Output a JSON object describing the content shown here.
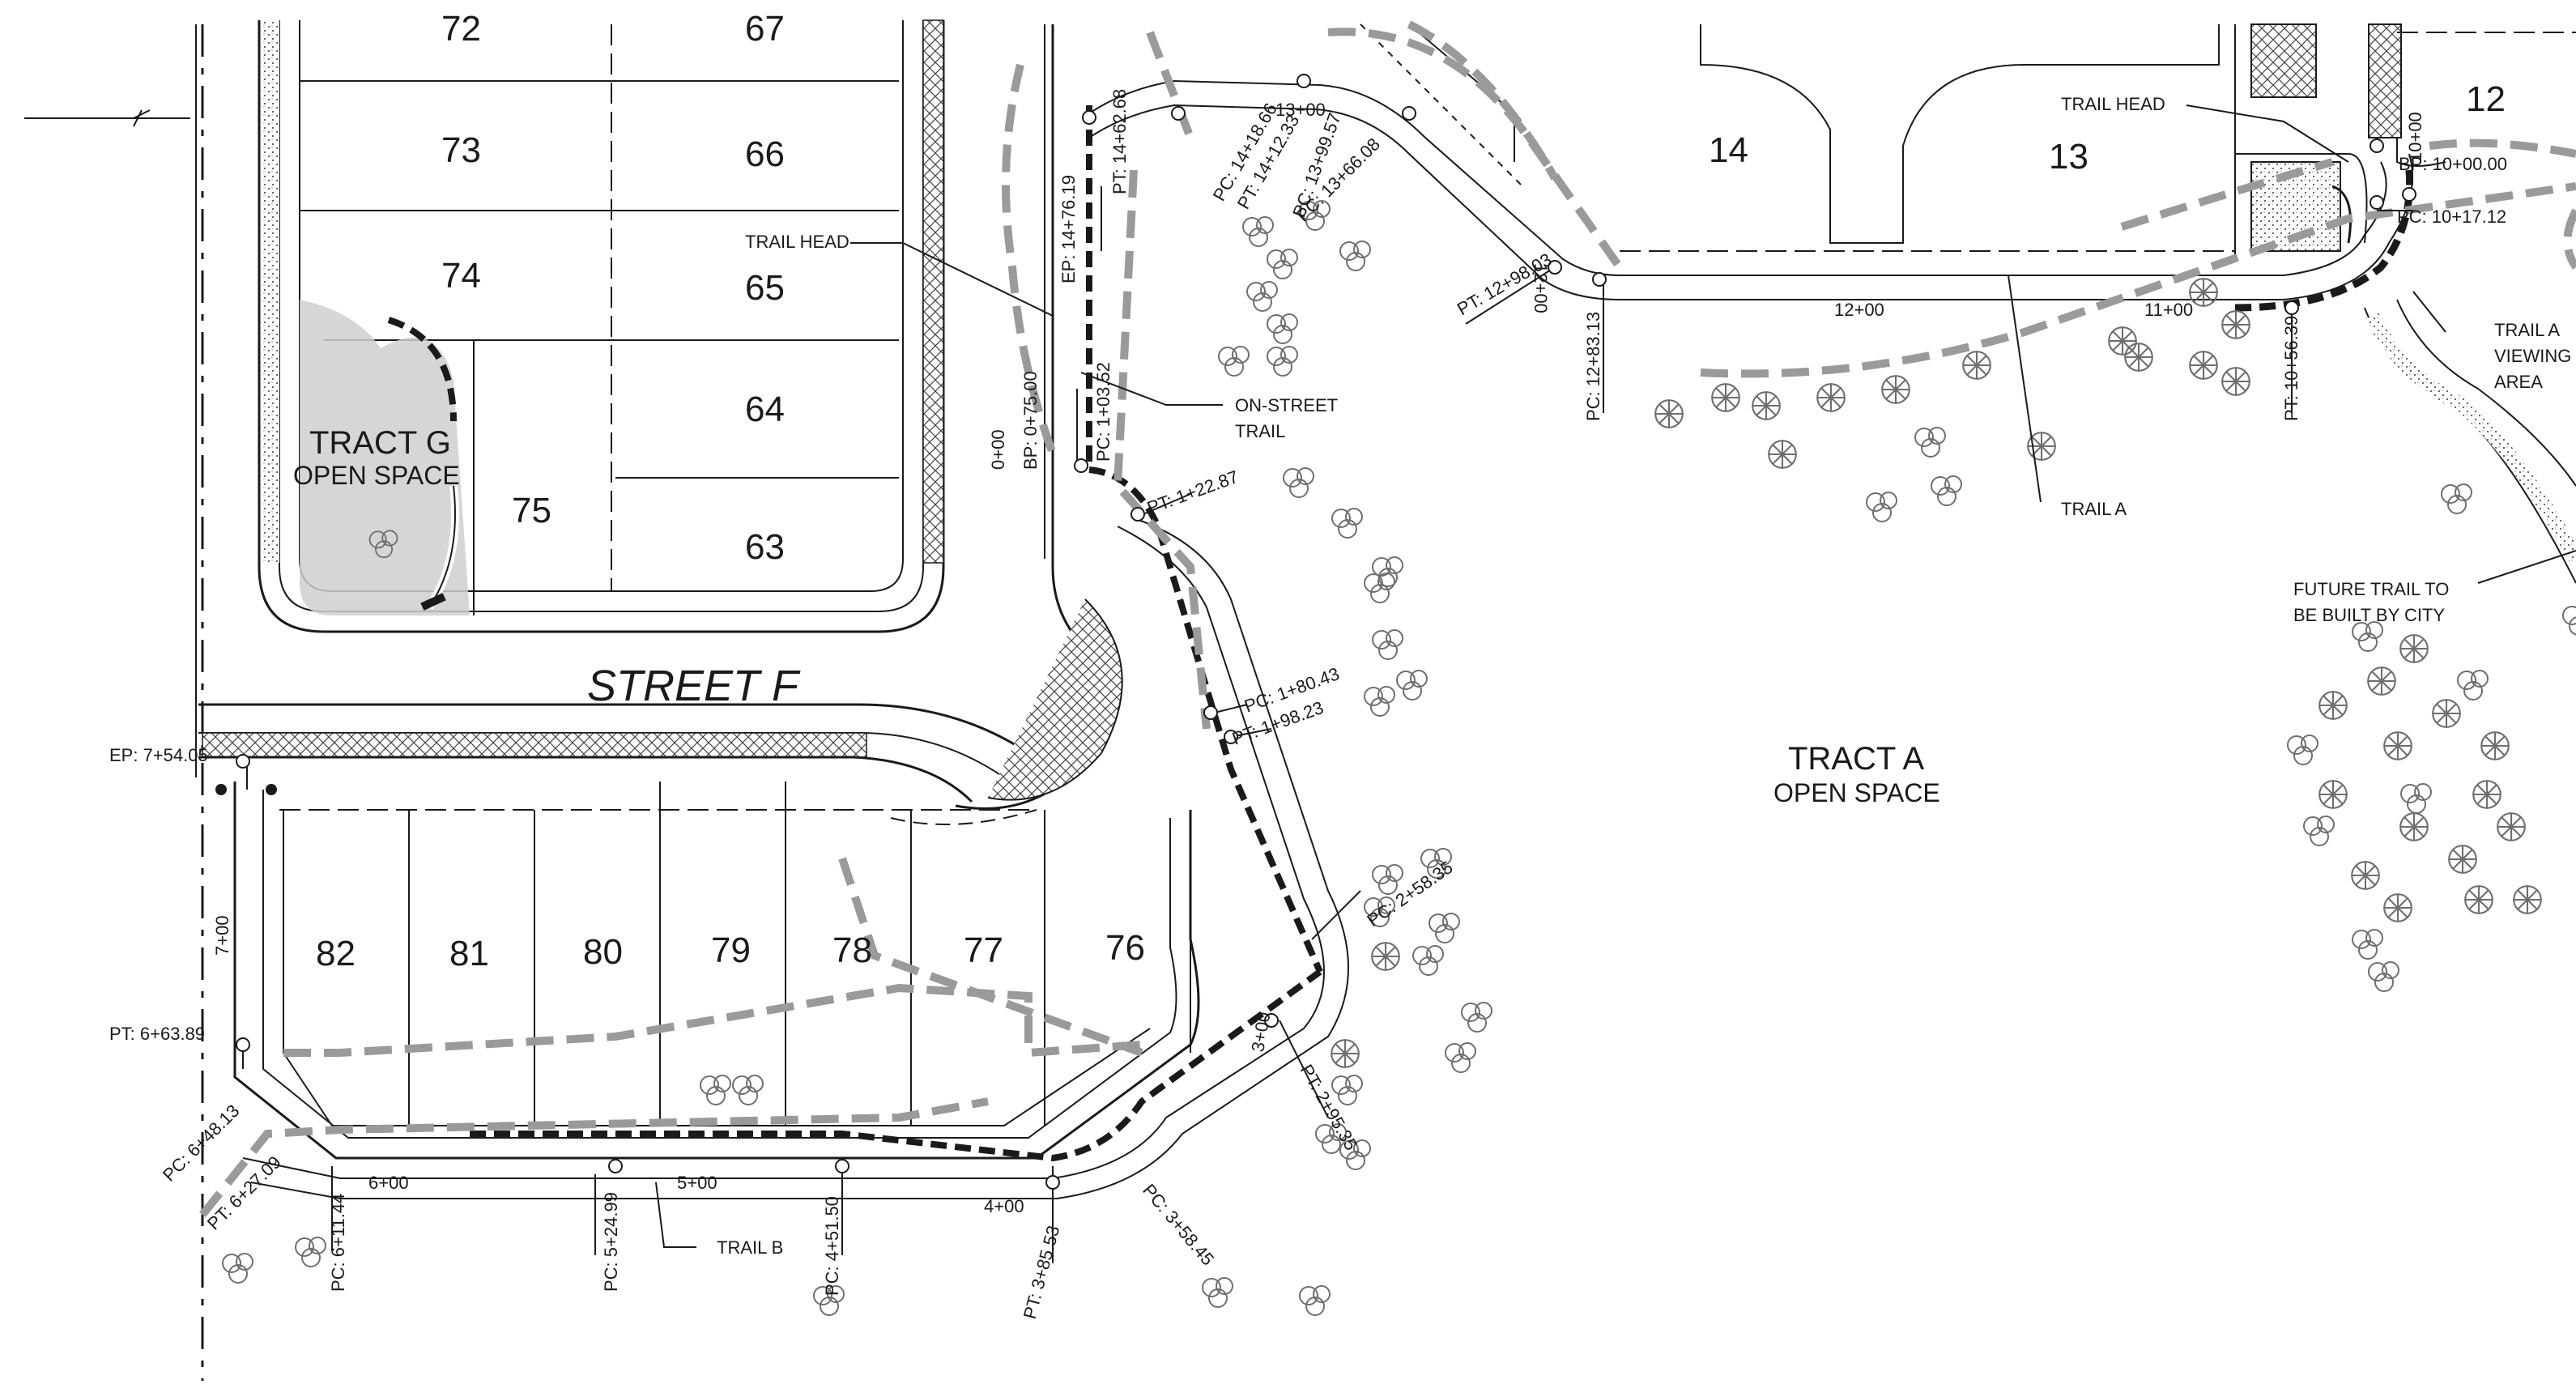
{
  "colors": {
    "line": "#1a1a1a",
    "trail_dash": "#9a9a9a",
    "sidewalk_fill": "#d6d6d6",
    "open_space_fill": "#cfcfcf",
    "tree": "#6e6e6e"
  },
  "lots": [
    {
      "id": "72",
      "label": "72"
    },
    {
      "id": "67",
      "label": "67"
    },
    {
      "id": "73",
      "label": "73"
    },
    {
      "id": "66",
      "label": "66"
    },
    {
      "id": "74",
      "label": "74"
    },
    {
      "id": "65",
      "label": "65"
    },
    {
      "id": "64",
      "label": "64"
    },
    {
      "id": "75",
      "label": "75"
    },
    {
      "id": "63",
      "label": "63"
    },
    {
      "id": "14",
      "label": "14"
    },
    {
      "id": "13",
      "label": "13"
    },
    {
      "id": "12",
      "label": "12"
    },
    {
      "id": "82",
      "label": "82"
    },
    {
      "id": "81",
      "label": "81"
    },
    {
      "id": "80",
      "label": "80"
    },
    {
      "id": "79",
      "label": "79"
    },
    {
      "id": "78",
      "label": "78"
    },
    {
      "id": "77",
      "label": "77"
    },
    {
      "id": "76",
      "label": "76"
    }
  ],
  "tracts": {
    "tract_g": {
      "name": "TRACT G",
      "desc": "OPEN SPACE"
    },
    "tract_a": {
      "name": "TRACT A",
      "desc": "OPEN SPACE"
    }
  },
  "street_name": "STREET F",
  "callouts": {
    "trail_head_left": "TRAIL HEAD",
    "trail_head_right": "TRAIL HEAD",
    "on_street_1": "ON-STREET",
    "on_street_2": "TRAIL",
    "trail_a": "TRAIL A",
    "trail_b": "TRAIL B",
    "viewing_1": "TRAIL A",
    "viewing_2": "VIEWING",
    "viewing_3": "AREA",
    "future_1": "FUTURE TRAIL TO",
    "future_2": "BE BUILT BY CITY"
  },
  "stations": [
    {
      "id": "ep_7_54",
      "text": "EP: 7+54.05"
    },
    {
      "id": "sta_7_00",
      "text": "7+00"
    },
    {
      "id": "pt_6_63",
      "text": "PT: 6+63.89"
    },
    {
      "id": "pc_6_48",
      "text": "PC: 6+48.13"
    },
    {
      "id": "pt_6_27",
      "text": "PT: 6+27.09"
    },
    {
      "id": "sta_6_00",
      "text": "6+00"
    },
    {
      "id": "pc_6_11",
      "text": "PC: 6+11.44"
    },
    {
      "id": "pc_5_24",
      "text": "PC: 5+24.99"
    },
    {
      "id": "sta_5_00",
      "text": "5+00"
    },
    {
      "id": "pc_4_51",
      "text": "PC: 4+51.50"
    },
    {
      "id": "sta_4_00",
      "text": "4+00"
    },
    {
      "id": "pt_3_85",
      "text": "PT: 3+85.53"
    },
    {
      "id": "pc_3_58",
      "text": "PC: 3+58.45"
    },
    {
      "id": "sta_3_00",
      "text": "3+00"
    },
    {
      "id": "pt_2_95",
      "text": "PT: 2+95.35"
    },
    {
      "id": "pc_2_58",
      "text": "PC: 2+58.35"
    },
    {
      "id": "pc_1_80",
      "text": "PC: 1+80.43"
    },
    {
      "id": "pt_1_98",
      "text": "PT: 1+98.23"
    },
    {
      "id": "pt_1_22",
      "text": "PT: 1+22.87"
    },
    {
      "id": "pc_1_03",
      "text": "PC: 1+03.52"
    },
    {
      "id": "bp_0_75",
      "text": "BP: 0+75.00"
    },
    {
      "id": "sta_0_00",
      "text": "0+00"
    },
    {
      "id": "ep_14_76",
      "text": "EP: 14+76.19"
    },
    {
      "id": "pt_14_62",
      "text": "PT: 14+62.68"
    },
    {
      "id": "pc_14_18",
      "text": "PC: 14+18.66"
    },
    {
      "id": "pt_14_12",
      "text": "PT: 14+12.33"
    },
    {
      "id": "pc_13_99",
      "text": "PC: 13+99.57"
    },
    {
      "id": "sta_13_00",
      "text": "13+00"
    },
    {
      "id": "pc_13_66",
      "text": "PC: 13+66.08"
    },
    {
      "id": "sta_12_00_a",
      "text": "12+00"
    },
    {
      "id": "pt_12_98",
      "text": "PT: 12+98.03"
    },
    {
      "id": "pc_12_83",
      "text": "PC: 12+83.13"
    },
    {
      "id": "sta_12_00_b",
      "text": "12+00"
    },
    {
      "id": "sta_11_00",
      "text": "11+00"
    },
    {
      "id": "pt_10_56",
      "text": "PT: 10+56.39"
    },
    {
      "id": "pc_10_17",
      "text": "PC: 10+17.12"
    },
    {
      "id": "bp_10_00",
      "text": "BP: 10+00.00"
    },
    {
      "id": "sta_10_00",
      "text": "10+00"
    }
  ]
}
